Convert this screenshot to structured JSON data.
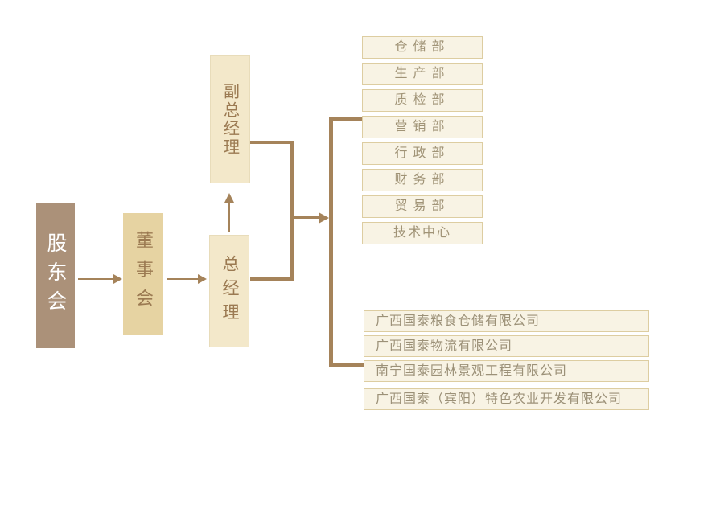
{
  "org_chart": {
    "nodes": {
      "shareholders": {
        "label": "股东会"
      },
      "board": {
        "label": "董事会"
      },
      "general_manager": {
        "label": "总经理"
      },
      "deputy_general_manager": {
        "label": "副总经理"
      }
    },
    "departments": [
      "仓储部",
      "生产部",
      "质检部",
      "营销部",
      "行政部",
      "财务部",
      "贸易部",
      "技术中心"
    ],
    "subsidiaries": [
      "广西国泰粮食仓储有限公司",
      "广西国泰物流有限公司",
      "南宁国泰园林景观工程有限公司",
      "广西国泰（宾阳）特色农业开发有限公司"
    ],
    "colors": {
      "shareholders_bg": "#ab9179",
      "board_bg": "#e6d3a2",
      "manager_bg": "#f3e8ca",
      "list_box_bg": "#f8f3e4",
      "list_box_border": "#ddcda1",
      "node_text": "#9b7a52",
      "list_text": "#9c9178",
      "shareholders_text": "#ffffff",
      "line": "#a5835a",
      "background": "#ffffff"
    }
  }
}
